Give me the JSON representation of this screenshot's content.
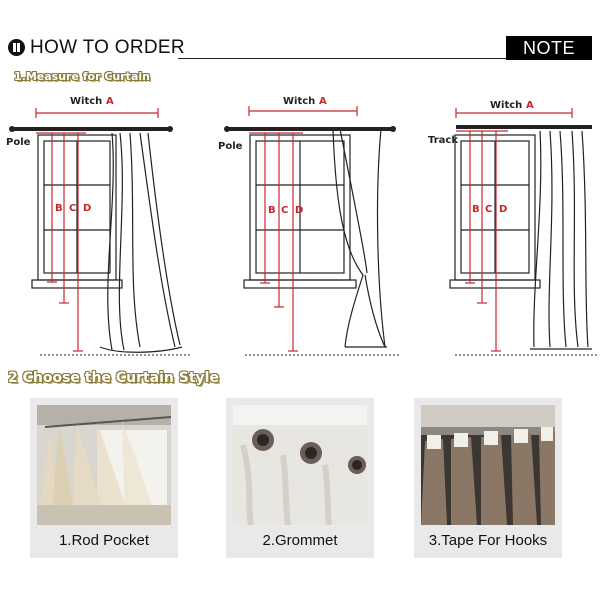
{
  "header": {
    "title": "HOW TO ORDER",
    "note_label": "NOTE",
    "icon": "pause-circle-icon"
  },
  "step1": {
    "title": "1.Measure for Curtain"
  },
  "diagrams": [
    {
      "width_label": "Witch",
      "width_letter": "A",
      "mount_label": "Pole",
      "letters": [
        "B",
        "C",
        "D"
      ]
    },
    {
      "width_label": "Witch",
      "width_letter": "A",
      "mount_label": "Pole",
      "letters": [
        "B",
        "C",
        "D"
      ]
    },
    {
      "width_label": "Witch",
      "width_letter": "A",
      "mount_label": "Track",
      "letters": [
        "B",
        "C",
        "D"
      ]
    }
  ],
  "step2": {
    "title": "2 Choose the Curtain Style"
  },
  "styles": [
    {
      "caption": "1.Rod Pocket"
    },
    {
      "caption": "2.Grommet"
    },
    {
      "caption": "3.Tape For Hooks"
    }
  ],
  "colors": {
    "measure_red": "#c8282c",
    "note_bg": "#000000",
    "card_bg": "#e9e9e9"
  }
}
